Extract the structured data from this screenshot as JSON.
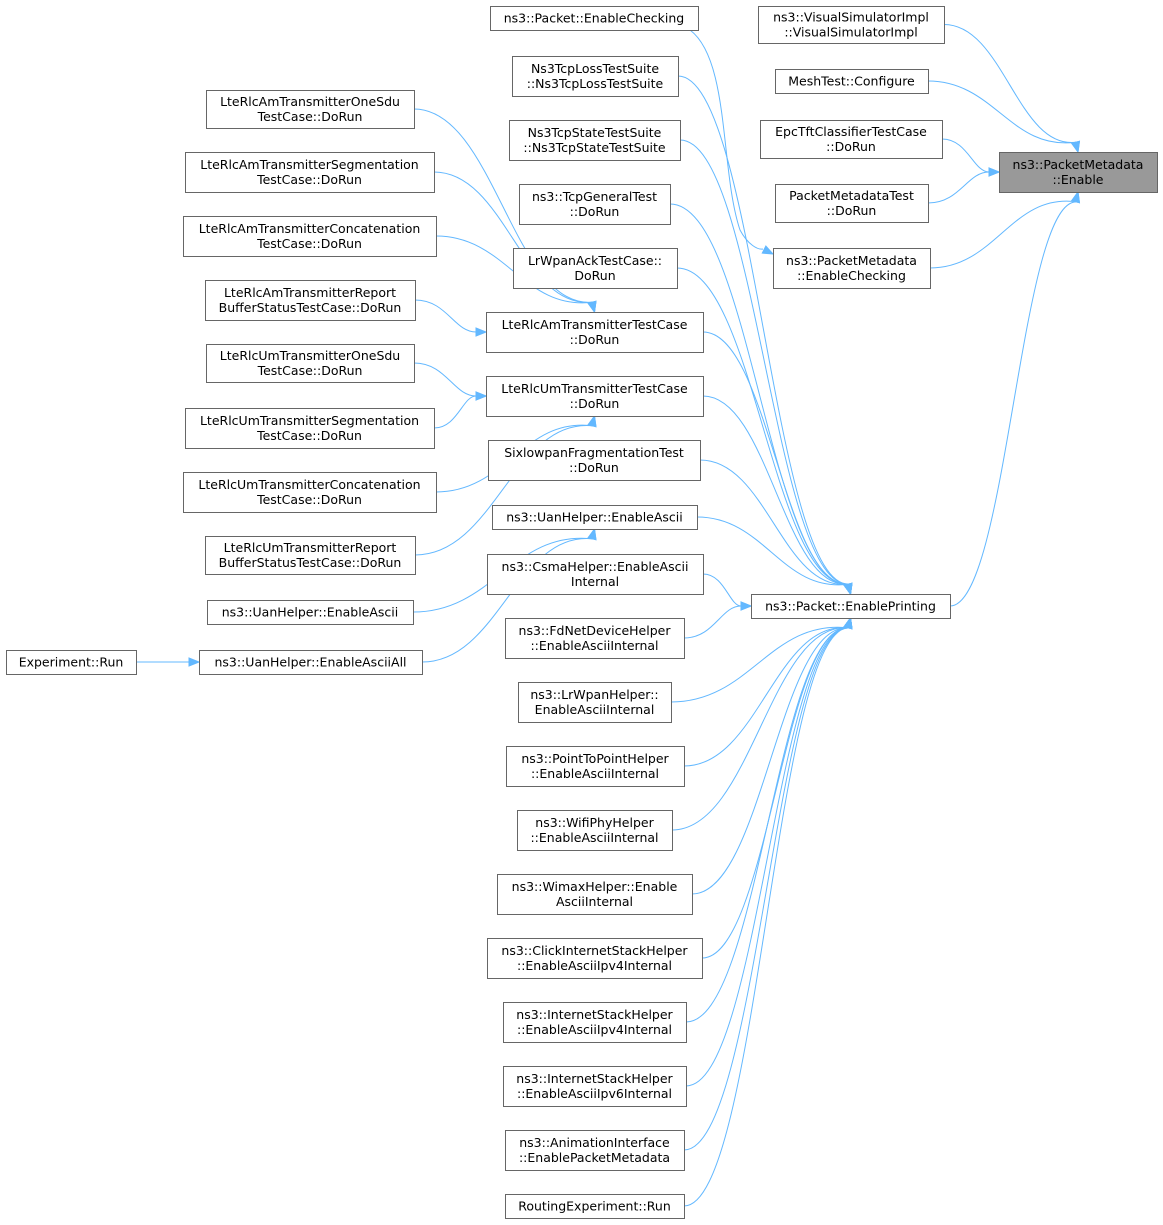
{
  "diagram": {
    "nodes": [
      {
        "id": "root",
        "lines": [
          "ns3::PacketMetadata",
          "::Enable"
        ],
        "root": true
      },
      {
        "id": "vsi",
        "lines": [
          "ns3::VisualSimulatorImpl",
          "::VisualSimulatorImpl"
        ]
      },
      {
        "id": "mesh",
        "lines": [
          "MeshTest::Configure"
        ]
      },
      {
        "id": "epc",
        "lines": [
          "EpcTftClassifierTestCase",
          "::DoRun"
        ]
      },
      {
        "id": "pmt",
        "lines": [
          "PacketMetadataTest",
          "::DoRun"
        ]
      },
      {
        "id": "pmec",
        "lines": [
          "ns3::PacketMetadata",
          "::EnableChecking"
        ]
      },
      {
        "id": "pktec",
        "lines": [
          "ns3::Packet::EnableChecking"
        ]
      },
      {
        "id": "tcploss",
        "lines": [
          "Ns3TcpLossTestSuite",
          "::Ns3TcpLossTestSuite"
        ]
      },
      {
        "id": "tcpstate",
        "lines": [
          "Ns3TcpStateTestSuite",
          "::Ns3TcpStateTestSuite"
        ]
      },
      {
        "id": "tcpgen",
        "lines": [
          "ns3::TcpGeneralTest",
          "::DoRun"
        ]
      },
      {
        "id": "lrack",
        "lines": [
          "LrWpanAckTestCase::",
          "DoRun"
        ]
      },
      {
        "id": "ltam",
        "lines": [
          "LteRlcAmTransmitterTestCase",
          "::DoRun"
        ]
      },
      {
        "id": "ltum",
        "lines": [
          "LteRlcUmTransmitterTestCase",
          "::DoRun"
        ]
      },
      {
        "id": "sixlow",
        "lines": [
          "SixlowpanFragmentationTest",
          "::DoRun"
        ]
      },
      {
        "id": "uanea1",
        "lines": [
          "ns3::UanHelper::EnableAscii"
        ]
      },
      {
        "id": "csma",
        "lines": [
          "ns3::CsmaHelper::EnableAscii",
          "Internal"
        ]
      },
      {
        "id": "fdnet",
        "lines": [
          "ns3::FdNetDeviceHelper",
          "::EnableAsciiInternal"
        ]
      },
      {
        "id": "lrwpan",
        "lines": [
          "ns3::LrWpanHelper::",
          "EnableAsciiInternal"
        ]
      },
      {
        "id": "p2p",
        "lines": [
          "ns3::PointToPointHelper",
          "::EnableAsciiInternal"
        ]
      },
      {
        "id": "wifiphy",
        "lines": [
          "ns3::WifiPhyHelper",
          "::EnableAsciiInternal"
        ]
      },
      {
        "id": "wimax",
        "lines": [
          "ns3::WimaxHelper::Enable",
          "AsciiInternal"
        ]
      },
      {
        "id": "click",
        "lines": [
          "ns3::ClickInternetStackHelper",
          "::EnableAsciiIpv4Internal"
        ]
      },
      {
        "id": "ish4",
        "lines": [
          "ns3::InternetStackHelper",
          "::EnableAsciiIpv4Internal"
        ]
      },
      {
        "id": "ish6",
        "lines": [
          "ns3::InternetStackHelper",
          "::EnableAsciiIpv6Internal"
        ]
      },
      {
        "id": "anim",
        "lines": [
          "ns3::AnimationInterface",
          "::EnablePacketMetadata"
        ]
      },
      {
        "id": "routing",
        "lines": [
          "RoutingExperiment::Run"
        ]
      },
      {
        "id": "pktep",
        "lines": [
          "ns3::Packet::EnablePrinting"
        ]
      },
      {
        "id": "am1",
        "lines": [
          "LteRlcAmTransmitterOneSdu",
          "TestCase::DoRun"
        ]
      },
      {
        "id": "am2",
        "lines": [
          "LteRlcAmTransmitterSegmentation",
          "TestCase::DoRun"
        ]
      },
      {
        "id": "am3",
        "lines": [
          "LteRlcAmTransmitterConcatenation",
          "TestCase::DoRun"
        ]
      },
      {
        "id": "am4",
        "lines": [
          "LteRlcAmTransmitterReport",
          "BufferStatusTestCase::DoRun"
        ]
      },
      {
        "id": "um1",
        "lines": [
          "LteRlcUmTransmitterOneSdu",
          "TestCase::DoRun"
        ]
      },
      {
        "id": "um2",
        "lines": [
          "LteRlcUmTransmitterSegmentation",
          "TestCase::DoRun"
        ]
      },
      {
        "id": "um3",
        "lines": [
          "LteRlcUmTransmitterConcatenation",
          "TestCase::DoRun"
        ]
      },
      {
        "id": "um4",
        "lines": [
          "LteRlcUmTransmitterReport",
          "BufferStatusTestCase::DoRun"
        ]
      },
      {
        "id": "uanea2",
        "lines": [
          "ns3::UanHelper::EnableAscii"
        ]
      },
      {
        "id": "uaneaall",
        "lines": [
          "ns3::UanHelper::EnableAsciiAll"
        ]
      },
      {
        "id": "exprun",
        "lines": [
          "Experiment::Run"
        ]
      }
    ],
    "edges": [
      {
        "from": "vsi",
        "to": "root"
      },
      {
        "from": "mesh",
        "to": "root"
      },
      {
        "from": "epc",
        "to": "root"
      },
      {
        "from": "pmt",
        "to": "root"
      },
      {
        "from": "pmec",
        "to": "root"
      },
      {
        "from": "pktep",
        "to": "root"
      },
      {
        "from": "pktec",
        "to": "pmec"
      },
      {
        "from": "tcploss",
        "to": "pktep"
      },
      {
        "from": "tcpstate",
        "to": "pktep"
      },
      {
        "from": "tcpgen",
        "to": "pktep"
      },
      {
        "from": "lrack",
        "to": "pktep"
      },
      {
        "from": "ltam",
        "to": "pktep"
      },
      {
        "from": "ltum",
        "to": "pktep"
      },
      {
        "from": "sixlow",
        "to": "pktep"
      },
      {
        "from": "uanea1",
        "to": "pktep"
      },
      {
        "from": "csma",
        "to": "pktep"
      },
      {
        "from": "fdnet",
        "to": "pktep"
      },
      {
        "from": "lrwpan",
        "to": "pktep"
      },
      {
        "from": "p2p",
        "to": "pktep"
      },
      {
        "from": "wifiphy",
        "to": "pktep"
      },
      {
        "from": "wimax",
        "to": "pktep"
      },
      {
        "from": "click",
        "to": "pktep"
      },
      {
        "from": "ish4",
        "to": "pktep"
      },
      {
        "from": "ish6",
        "to": "pktep"
      },
      {
        "from": "anim",
        "to": "pktep"
      },
      {
        "from": "routing",
        "to": "pktep"
      },
      {
        "from": "am1",
        "to": "ltam"
      },
      {
        "from": "am2",
        "to": "ltam"
      },
      {
        "from": "am3",
        "to": "ltam"
      },
      {
        "from": "am4",
        "to": "ltam"
      },
      {
        "from": "um1",
        "to": "ltum"
      },
      {
        "from": "um2",
        "to": "ltum"
      },
      {
        "from": "um3",
        "to": "ltum"
      },
      {
        "from": "um4",
        "to": "ltum"
      },
      {
        "from": "uanea2",
        "to": "uanea1"
      },
      {
        "from": "uaneaall",
        "to": "uanea1"
      },
      {
        "from": "exprun",
        "to": "uaneaall"
      }
    ]
  }
}
